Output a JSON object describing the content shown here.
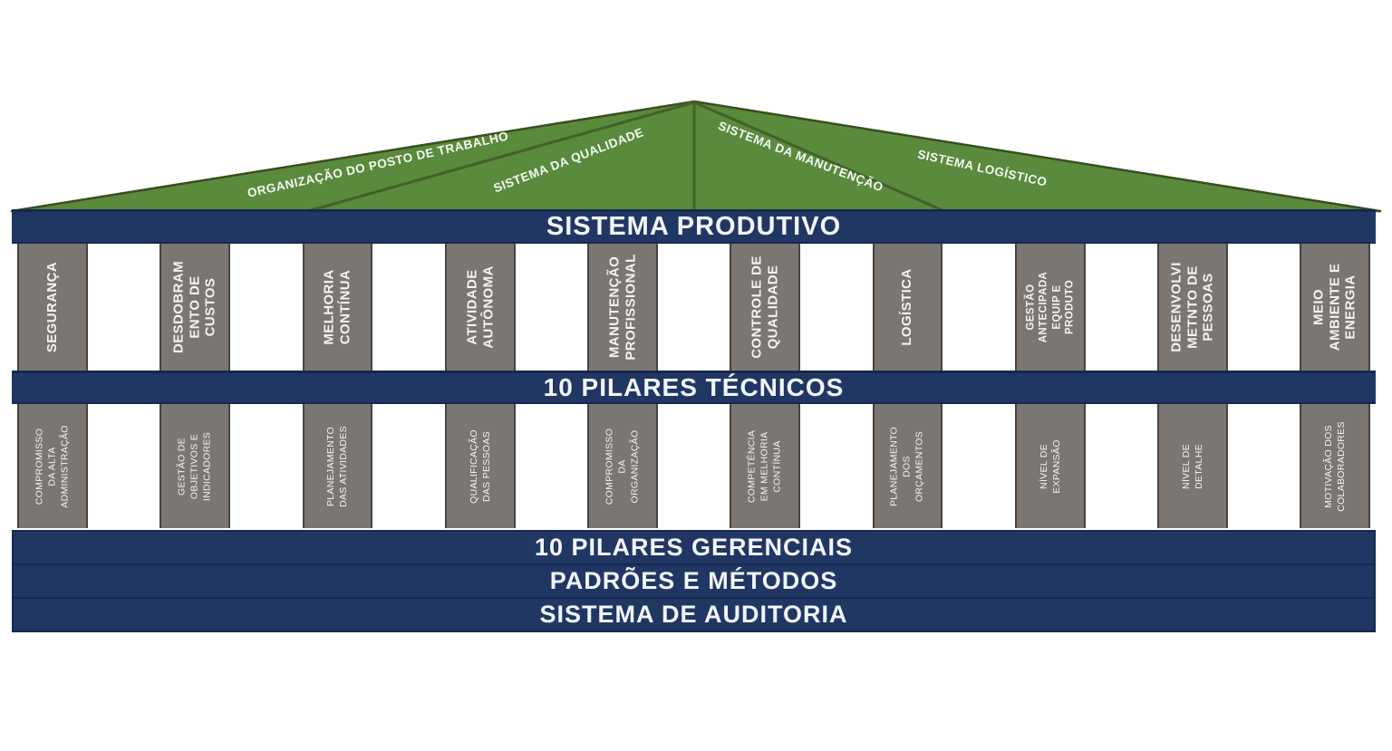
{
  "title": "SISTEMA PRODUTIVO",
  "roof": {
    "sections": [
      {
        "label": "ORGANIZAÇÃO DO POSTO DE TRABALHO"
      },
      {
        "label": "SISTEMA DA QUALIDADE"
      },
      {
        "label": "SISTEMA DA MANUTENÇÃO"
      },
      {
        "label": "SISTEMA LOGÍSTICO"
      }
    ]
  },
  "bands": {
    "productive_system": "SISTEMA PRODUTIVO",
    "technical_pillars": "10 PILARES TÉCNICOS",
    "management_pillars": "10 PILARES GERENCIAIS",
    "standards_methods": "PADRÕES E MÉTODOS",
    "audit_system": "SISTEMA DE AUDITORIA"
  },
  "technical_pillars": [
    {
      "label": "SEGURANÇA"
    },
    {
      "label": "DESDOBRAM\nENTO DE\nCUSTOS"
    },
    {
      "label": "MELHORIA\nCONTÍNUA"
    },
    {
      "label": "ATIVIDADE\nAUTÔNOMA"
    },
    {
      "label": "MANUTENÇÃO\nPROFISSIONAL"
    },
    {
      "label": "CONTROLE DE\nQUALIDADE"
    },
    {
      "label": "LOGÍSTICA"
    },
    {
      "label": "GESTÃO\nANTECIPADA\nEQUIP E\nPRODUTO",
      "small": true
    },
    {
      "label": "DESENVOLVI\nMETNTO DE\nPESSOAS"
    },
    {
      "label": "MEIO\nAMBIENTE E\nENERGIA"
    }
  ],
  "management_pillars": [
    {
      "label": "COMPROMISSO\nDA ALTA\nADMINISTRAÇÃO"
    },
    {
      "label": "GESTÃO DE\nOBJETIVOS E\nINDICADORES"
    },
    {
      "label": "PLANEJAMENTO\nDAS ATIVIDADES"
    },
    {
      "label": "QUALIFICAÇÃO\nDAS PESSOAS"
    },
    {
      "label": "COMPROMISSO\nDA\nORGANIZAÇÃO"
    },
    {
      "label": "COMPETÊNCIA\nEM MELHORIA\nCONTÍNUA"
    },
    {
      "label": "PLANEJAMENTO\nDOS\nORÇAMENTOS"
    },
    {
      "label": "NÍVEL DE\nEXPANSÃO"
    },
    {
      "label": "NÍVEL DE\nDETALHE"
    },
    {
      "label": "MOTIVAÇÃO DOS\nCOLABORADORES"
    }
  ],
  "colors": {
    "navy": "#203764",
    "navy_dark": "#16294d",
    "pillar_gray": "#7b7672",
    "pillar_border": "#474340",
    "roof_green": "#5a8a3c",
    "roof_edge": "#394f1e",
    "roof_divider": "#44602a",
    "text": "#f2f5fa"
  }
}
